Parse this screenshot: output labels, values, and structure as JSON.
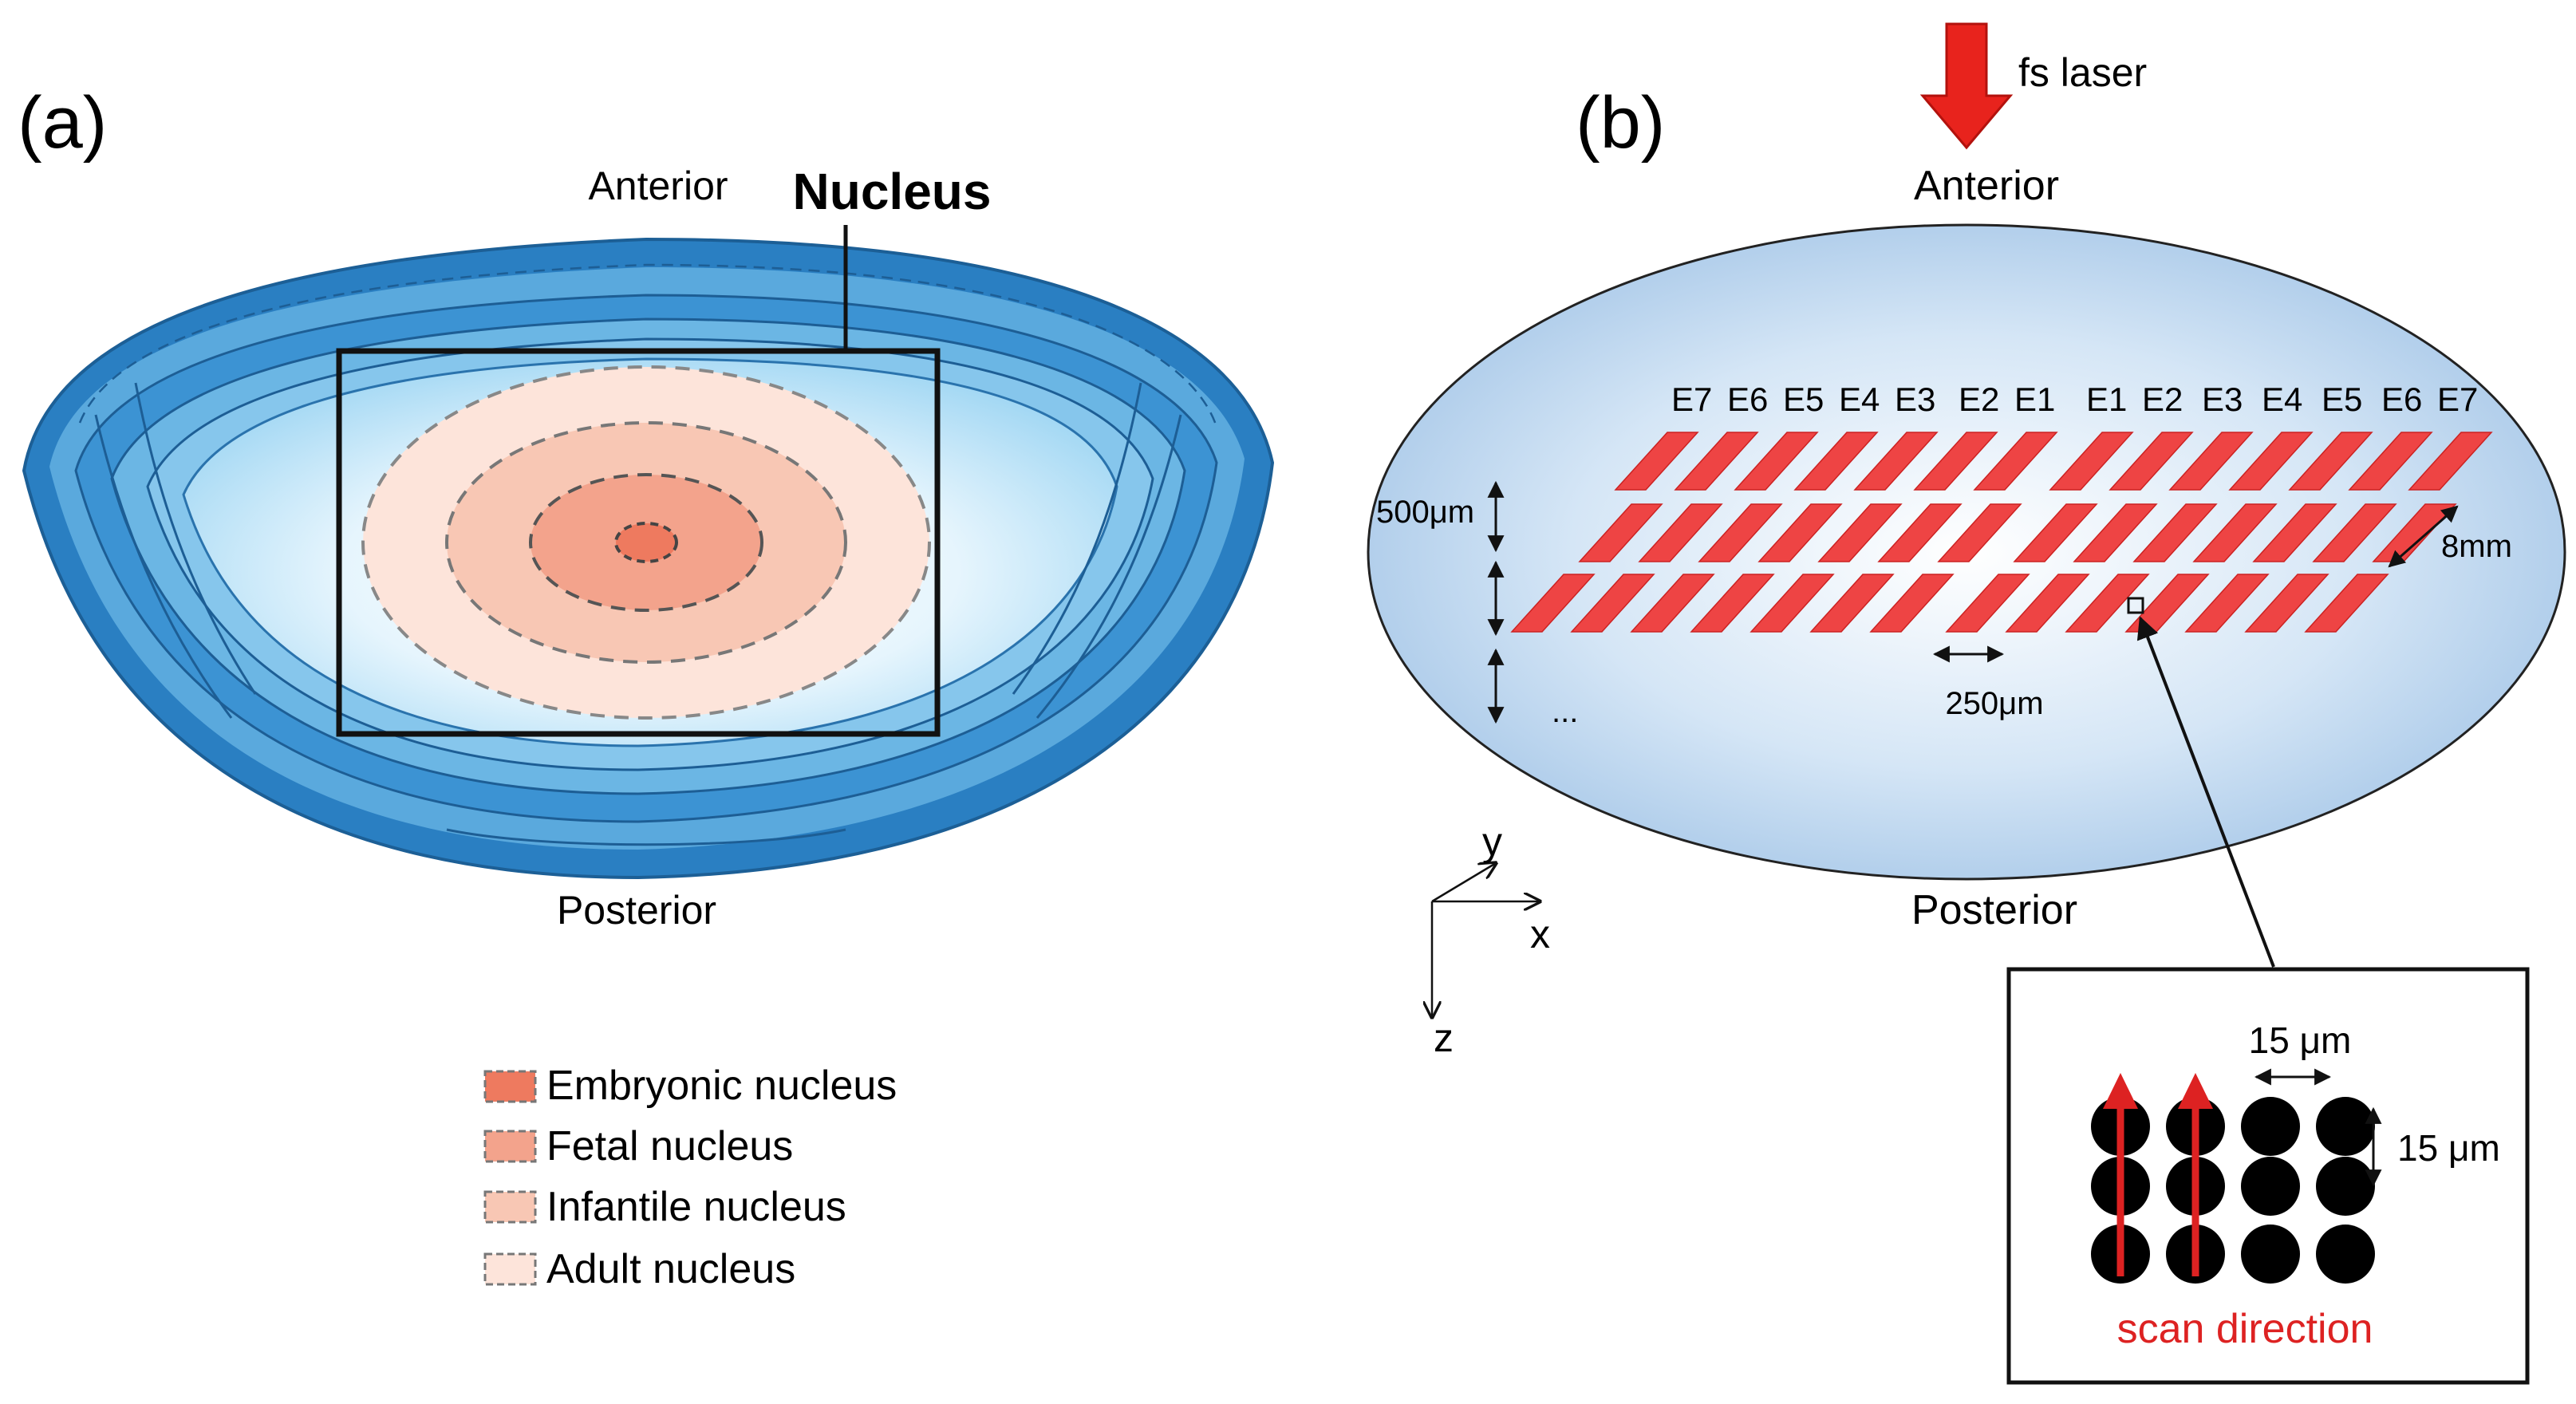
{
  "panel_a": {
    "label": "(a)",
    "anterior": "Anterior",
    "posterior": "Posterior",
    "nucleus_title": "Nucleus",
    "legend": [
      {
        "label": "Embryonic nucleus",
        "color": "#ee7a5f"
      },
      {
        "label": "Fetal nucleus",
        "color": "#f3a38c"
      },
      {
        "label": "Infantile nucleus",
        "color": "#f8c7b4"
      },
      {
        "label": "Adult nucleus",
        "color": "#fde4da"
      }
    ],
    "colors": {
      "capsule": "#2f86c6",
      "capsule_light": "#7cc3ec",
      "cortex": "#bfe6f8",
      "nucleus_box": "#111111"
    }
  },
  "panel_b": {
    "label": "(b)",
    "laser": "fs laser",
    "anterior": "Anterior",
    "posterior": "Posterior",
    "zones_left": [
      "E7",
      "E6",
      "E5",
      "E4",
      "E3",
      "E2",
      "E1"
    ],
    "zones_right": [
      "E1",
      "E2",
      "E3",
      "E4",
      "E5",
      "E6",
      "E7"
    ],
    "dim_500": "500μm",
    "dim_250": "250μm",
    "dim_8mm": "8mm",
    "ellipsis": "...",
    "axes": {
      "x": "x",
      "y": "y",
      "z": "z"
    },
    "inset": {
      "spacing_h": "15 μm",
      "spacing_v": "15 μm",
      "caption": "scan direction"
    },
    "colors": {
      "lens": "#b5d3ee",
      "stripe": "#ee4444",
      "laser_arrow": "#e8231d",
      "scan_arrow": "#dd2222"
    }
  }
}
